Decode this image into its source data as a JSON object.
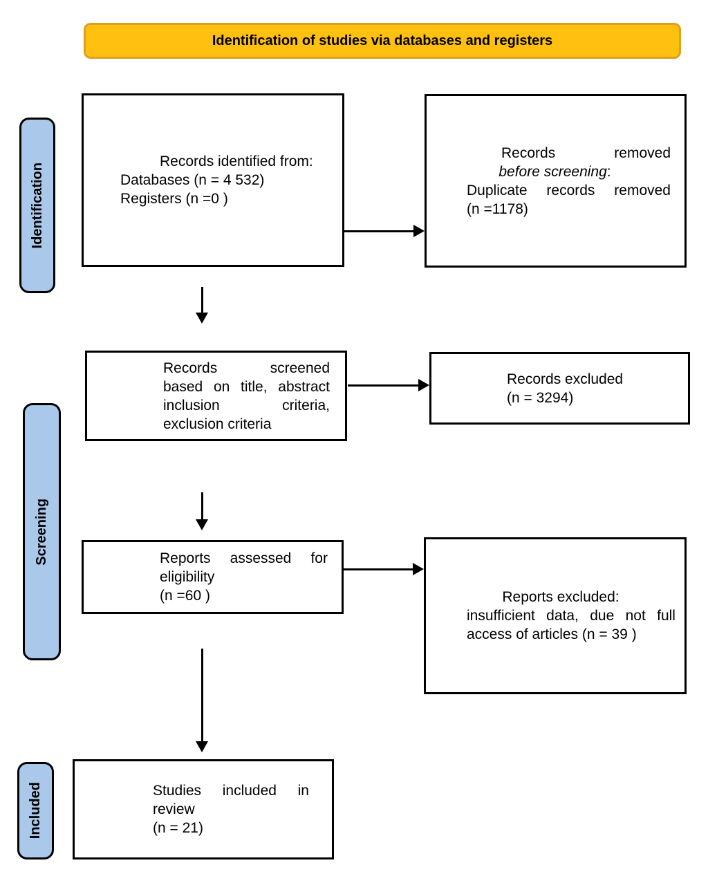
{
  "banner": {
    "title": "Identification of studies via databases and registers"
  },
  "phases": {
    "identification": "Identification",
    "screening": "Screening",
    "included": "Included"
  },
  "boxes": {
    "records_identified": {
      "line1": "Records identified from:",
      "line2": "Databases (n = 4 532)",
      "line3": "Registers (n =0 )"
    },
    "records_removed": {
      "line1_words": [
        "Records",
        "removed"
      ],
      "line2_italic": "before screening",
      "line2_suffix": ":",
      "line3_words": [
        "Duplicate",
        "records",
        "removed"
      ],
      "line4": "(n =1178)"
    },
    "records_screened": {
      "line1_words": [
        "Records",
        "screened"
      ],
      "line2_words": [
        "based",
        "on",
        "title,",
        "abstract"
      ],
      "line3_words": [
        "inclusion",
        "criteria,"
      ],
      "line4": "exclusion criteria"
    },
    "records_excluded": {
      "line1": "Records excluded",
      "line2": "(n = 3294)"
    },
    "reports_assessed": {
      "line1_words": [
        "Reports",
        "assessed",
        "for"
      ],
      "line2": "eligibility",
      "line3": "(n =60 )"
    },
    "reports_excluded": {
      "line1": "Reports excluded:",
      "line2_words": [
        "insufficient",
        "data,",
        "due",
        "not",
        "full"
      ],
      "line3": "access of articles (n = 39 )"
    },
    "studies_included": {
      "line1_words": [
        "Studies",
        "included",
        "in"
      ],
      "line2": "review",
      "line3": "(n = 21)"
    }
  },
  "colors": {
    "banner_fill": "#FFC010",
    "banner_border": "#DFA020",
    "phase_fill": "#A9C8EA",
    "box_border": "#000000",
    "text": "#000000"
  }
}
